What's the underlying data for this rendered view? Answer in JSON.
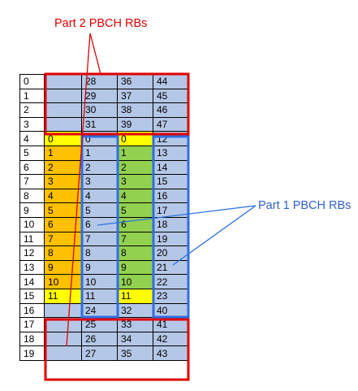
{
  "labels": {
    "part2": "Part 2 PBCH RBs",
    "part1": "Part 1 PBCH RBs"
  },
  "colors": {
    "part2_border": "#e00000",
    "part1_border": "#2f6fe0",
    "part2_label": "#e00000",
    "part1_label": "#2f5fd0",
    "blue_fill": "#b4c7e7",
    "yellow": "#ffff00",
    "orange": "#ffc000",
    "green": "#92d050",
    "white": "#ffffff"
  },
  "table": {
    "rows": [
      {
        "idx": "0",
        "c1": "",
        "c2": "28",
        "c3": "36",
        "c4": "44"
      },
      {
        "idx": "1",
        "c1": "",
        "c2": "29",
        "c3": "37",
        "c4": "45"
      },
      {
        "idx": "2",
        "c1": "",
        "c2": "30",
        "c3": "38",
        "c4": "46"
      },
      {
        "idx": "3",
        "c1": "",
        "c2": "31",
        "c3": "39",
        "c4": "47"
      },
      {
        "idx": "4",
        "c1": "0",
        "c2": "0",
        "c3": "0",
        "c4": "12"
      },
      {
        "idx": "5",
        "c1": "1",
        "c2": "1",
        "c3": "1",
        "c4": "13"
      },
      {
        "idx": "6",
        "c1": "2",
        "c2": "2",
        "c3": "2",
        "c4": "14"
      },
      {
        "idx": "7",
        "c1": "3",
        "c2": "3",
        "c3": "3",
        "c4": "15"
      },
      {
        "idx": "8",
        "c1": "4",
        "c2": "4",
        "c3": "4",
        "c4": "16"
      },
      {
        "idx": "9",
        "c1": "5",
        "c2": "5",
        "c3": "5",
        "c4": "17"
      },
      {
        "idx": "10",
        "c1": "6",
        "c2": "6",
        "c3": "6",
        "c4": "18"
      },
      {
        "idx": "11",
        "c1": "7",
        "c2": "7",
        "c3": "7",
        "c4": "19"
      },
      {
        "idx": "12",
        "c1": "8",
        "c2": "8",
        "c3": "8",
        "c4": "20"
      },
      {
        "idx": "13",
        "c1": "9",
        "c2": "9",
        "c3": "9",
        "c4": "21"
      },
      {
        "idx": "14",
        "c1": "10",
        "c2": "10",
        "c3": "10",
        "c4": "22"
      },
      {
        "idx": "15",
        "c1": "11",
        "c2": "11",
        "c3": "11",
        "c4": "23"
      },
      {
        "idx": "16",
        "c1": "",
        "c2": "24",
        "c3": "32",
        "c4": "40"
      },
      {
        "idx": "17",
        "c1": "",
        "c2": "25",
        "c3": "33",
        "c4": "41"
      },
      {
        "idx": "18",
        "c1": "",
        "c2": "26",
        "c3": "34",
        "c4": "42"
      },
      {
        "idx": "19",
        "c1": "",
        "c2": "27",
        "c3": "35",
        "c4": "43"
      }
    ]
  }
}
